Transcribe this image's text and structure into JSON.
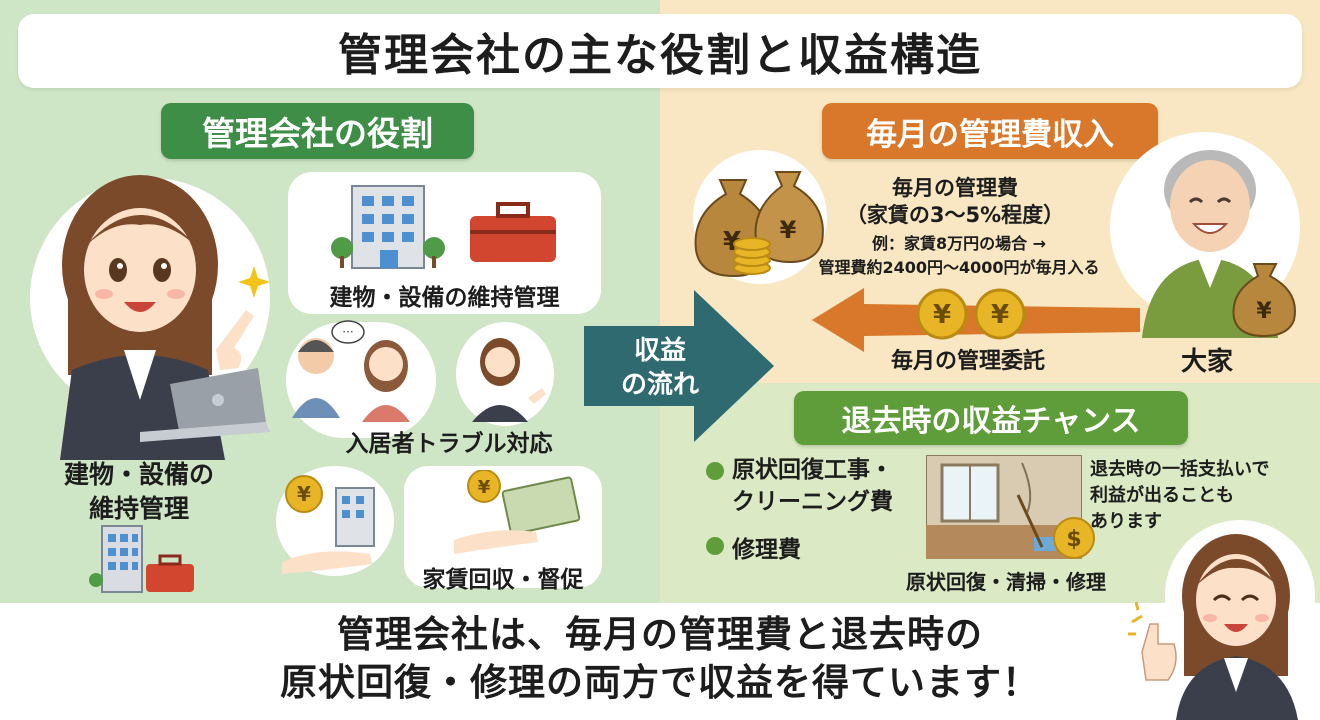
{
  "title": "管理会社の主な役割と収益構造",
  "roles": {
    "heading": "管理会社の役割",
    "staff_caption_1": "建物・設備の",
    "staff_caption_2": "維持管理",
    "item_maintenance": "建物・設備の維持管理",
    "item_trouble": "入居者トラブル対応",
    "item_rent": "家賃回収・督促"
  },
  "flow": {
    "line1": "収益",
    "line2": "の流れ"
  },
  "monthly": {
    "heading": "毎月の管理費収入",
    "fee_title": "毎月の管理費",
    "fee_rate": "（家賃の3〜5%程度）",
    "example_1": "例：家賃8万円の場合 →",
    "example_2": "管理費約2400円〜4000円が毎月入る",
    "consignment": "毎月の管理委託",
    "owner": "大家",
    "yen_symbol": "¥"
  },
  "moveout": {
    "heading": "退去時の収益チャンス",
    "bullet_1a": "原状回復工事・",
    "bullet_1b": "クリーニング費",
    "bullet_2": "修理費",
    "room_caption": "原状回復・清掃・修理",
    "note_1": "退去時の一括支払いで",
    "note_2": "利益が出ることも",
    "note_3": "あります",
    "dollar_symbol": "$"
  },
  "bottom": {
    "line1": "管理会社は、毎月の管理費と退去時の",
    "line2": "原状回復・修理の両方で収益を得ています！"
  },
  "colors": {
    "green_panel": "#cfe6c6",
    "orange_panel": "#f8e7c2",
    "green_accent": "#3f8e47",
    "orange_accent": "#d9772a",
    "arrow_teal": "#2e6a70",
    "coin_gold": "#e8b526"
  }
}
